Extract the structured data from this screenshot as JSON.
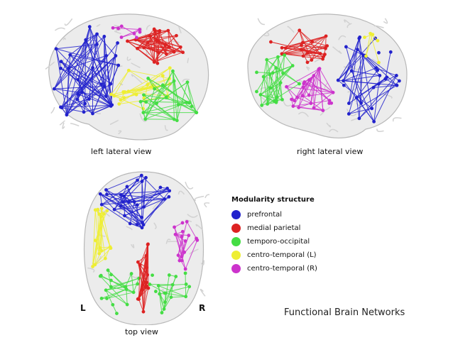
{
  "views": [
    {
      "id": "left",
      "label": "left lateral view"
    },
    {
      "id": "right",
      "label": "right lateral view"
    },
    {
      "id": "top",
      "label": "top view"
    }
  ],
  "orientation": {
    "left": "L",
    "right": "R"
  },
  "legend": {
    "title": "Modularity structure",
    "items": [
      {
        "label": "prefrontal",
        "color": "#2222cc"
      },
      {
        "label": "medial parietal",
        "color": "#dd2222"
      },
      {
        "label": "temporo-occipital",
        "color": "#44dd44"
      },
      {
        "label": "centro-temporal (L)",
        "color": "#eeee33"
      },
      {
        "label": "centro-temporal (R)",
        "color": "#cc33cc"
      }
    ]
  },
  "slide_title": "Functional Brain Networks"
}
